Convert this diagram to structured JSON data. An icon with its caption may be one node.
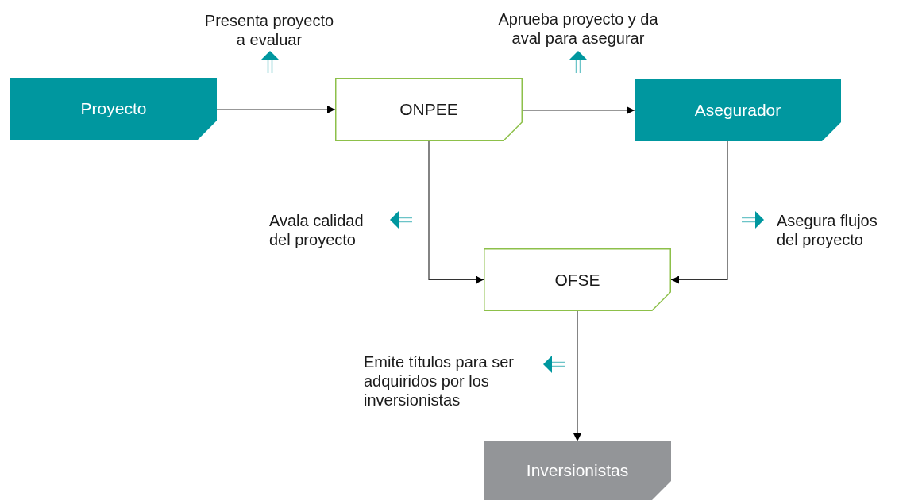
{
  "diagram": {
    "nodes": [
      {
        "text": [
          "Proyecto"
        ]
      },
      {
        "text": [
          "ONPEE"
        ]
      },
      {
        "text": [
          "Asegurador"
        ]
      },
      {
        "text": [
          "OFSE"
        ]
      },
      {
        "text": [
          "Inversionistas"
        ]
      }
    ],
    "edges": [
      {
        "from": 0,
        "to": 1,
        "arrow": "to",
        "label": "Presenta proyecto a evaluar"
      },
      {
        "from": 1,
        "to": 2,
        "arrow": "to",
        "label": "Aprueba proyecto y da aval para asegurar"
      },
      {
        "from": 1,
        "to": 3,
        "arrow": "to",
        "label": "Avala calidad del proyecto"
      },
      {
        "from": 2,
        "to": 3,
        "arrow": "to",
        "label": "Asegura flujos del proyecto"
      },
      {
        "from": 3,
        "to": 4,
        "arrow": "to",
        "label": "Emite títulos para ser adquiridos por los inversionistas"
      }
    ]
  }
}
